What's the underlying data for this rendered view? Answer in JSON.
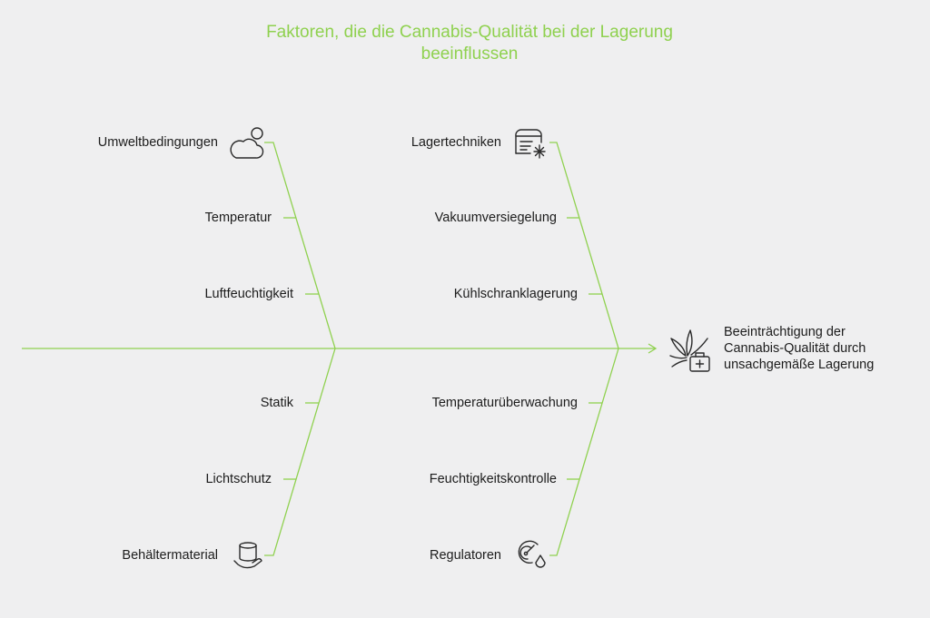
{
  "title": {
    "line1": "Faktoren, die die Cannabis-Qualität bei der Lagerung",
    "line2": "beeinflussen"
  },
  "colors": {
    "accent": "#8fd14f",
    "title": "#8fd14f",
    "text": "#1c1c1c",
    "background": "#efeff0",
    "icon": "#2a2a2a"
  },
  "effect": {
    "line1": "Beeinträchtigung der",
    "line2": "Cannabis-Qualität durch",
    "line3": "unsachgemäße Lagerung",
    "icon": "cannabis-medical-kit-icon"
  },
  "categories": [
    {
      "label": "Umweltbedingungen",
      "icon": "cloud-sun-icon",
      "causes": [
        "Temperatur",
        "Luftfeuchtigkeit"
      ]
    },
    {
      "label": "Lagertechniken",
      "icon": "storage-snowflake-icon",
      "causes": [
        "Vakuumversiegelung",
        "Kühlschranklagerung"
      ]
    },
    {
      "label": "Behältermaterial",
      "icon": "hand-container-icon",
      "causes": [
        "Statik",
        "Lichtschutz"
      ]
    },
    {
      "label": "Regulatoren",
      "icon": "gauge-drop-icon",
      "causes": [
        "Temperaturüberwachung",
        "Feuchtigkeitskontrolle"
      ]
    }
  ]
}
